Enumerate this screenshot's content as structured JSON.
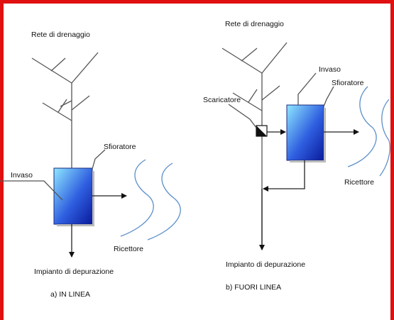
{
  "colors": {
    "frame": "#e01010",
    "tank_light": "#8fe8ff",
    "tank_dark": "#0a1a9c",
    "river": "#5b8fc9"
  },
  "panel_a": {
    "network_label": "Rete di drenaggio",
    "basin_label": "Invaso",
    "overflow_label": "Sfioratore",
    "receiver_label": "Ricettore",
    "plant_label": "Impianto di depurazione",
    "caption": "a) IN LINEA"
  },
  "panel_b": {
    "network_label": "Rete di drenaggio",
    "diverter_label": "Scaricatore",
    "basin_label": "Invaso",
    "overflow_label": "Sfioratore",
    "receiver_label": "Ricettore",
    "plant_label": "Impianto di depurazione",
    "caption": "b) FUORI LINEA"
  }
}
